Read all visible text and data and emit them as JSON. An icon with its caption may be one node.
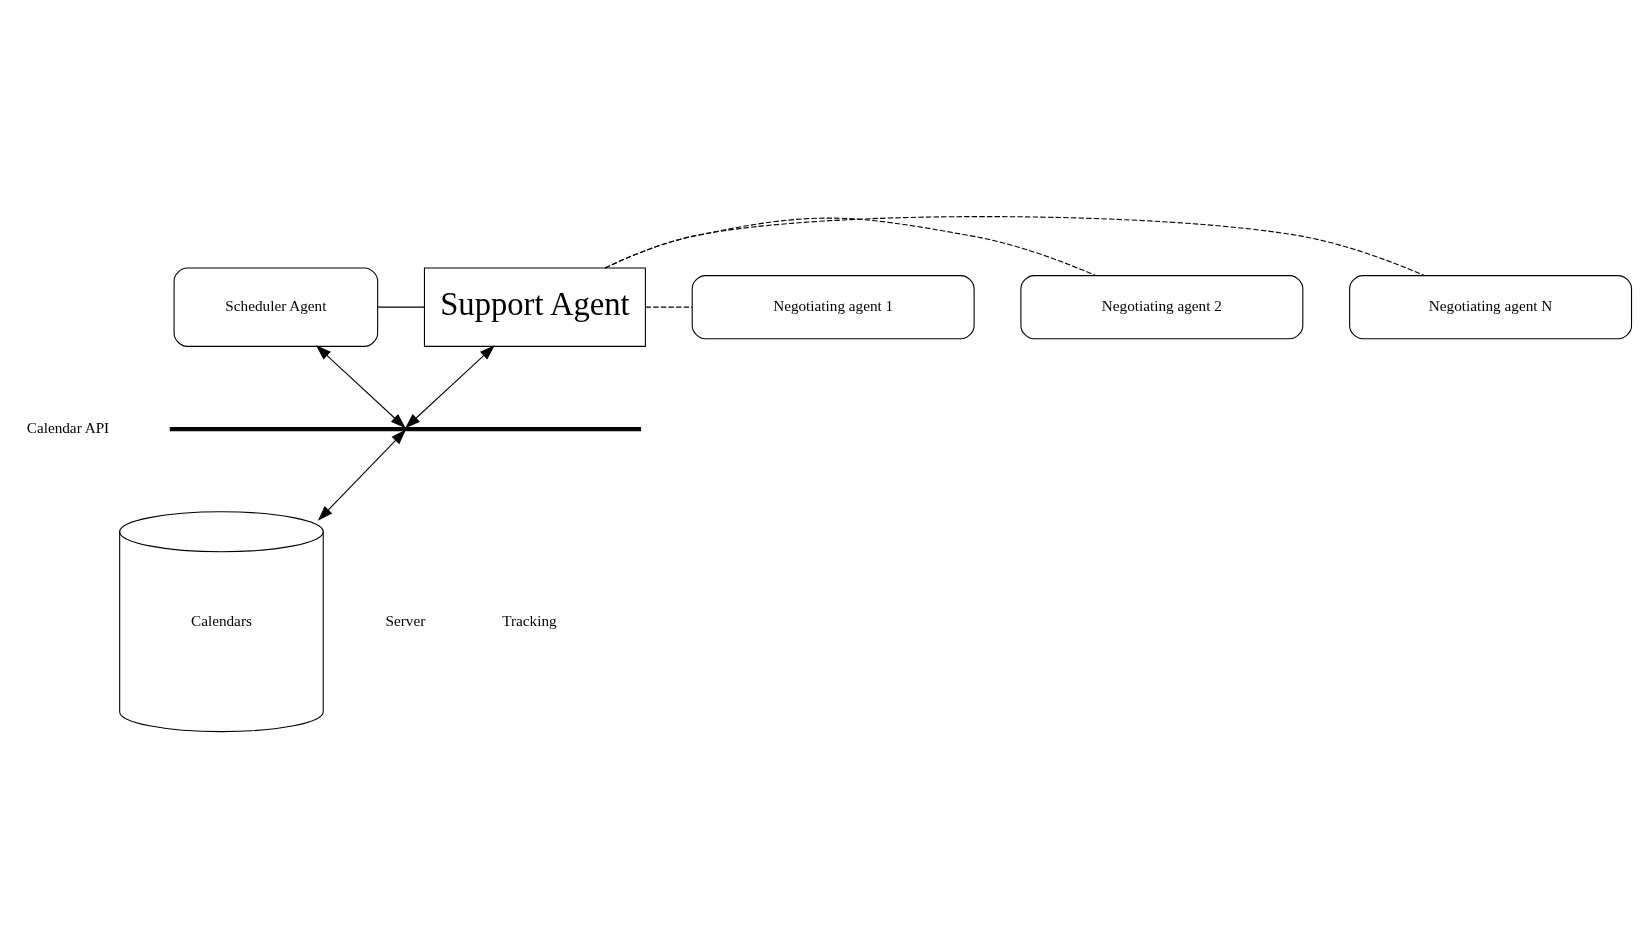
{
  "diagram": {
    "nodes": [
      {
        "text": [
          "Scheduler Agent"
        ]
      },
      {
        "text": [
          "Support Agent"
        ]
      },
      {
        "text": [
          "Negotiating agent 1"
        ]
      },
      {
        "text": [
          "Negotiating agent 2"
        ]
      },
      {
        "text": [
          "Negotiating agent N"
        ]
      },
      {
        "text": [],
        "shape": "bar"
      },
      {
        "text": [
          "Calendars"
        ]
      }
    ],
    "edges": [
      {
        "from": 0,
        "to": 1,
        "arrow": "none"
      },
      {
        "from": 1,
        "to": 2,
        "arrow": "none",
        "style": "dashed"
      },
      {
        "from": 1,
        "to": 3,
        "arrow": "none",
        "style": "dashed"
      },
      {
        "from": 1,
        "to": 4,
        "arrow": "none",
        "style": "dashed"
      },
      {
        "from": 0,
        "to": 5,
        "arrow": "both"
      },
      {
        "from": 1,
        "to": 5,
        "arrow": "both"
      },
      {
        "from": 5,
        "to": 6,
        "arrow": "both"
      }
    ],
    "labels": [
      "Calendar API",
      "Server",
      "Tracking"
    ]
  }
}
